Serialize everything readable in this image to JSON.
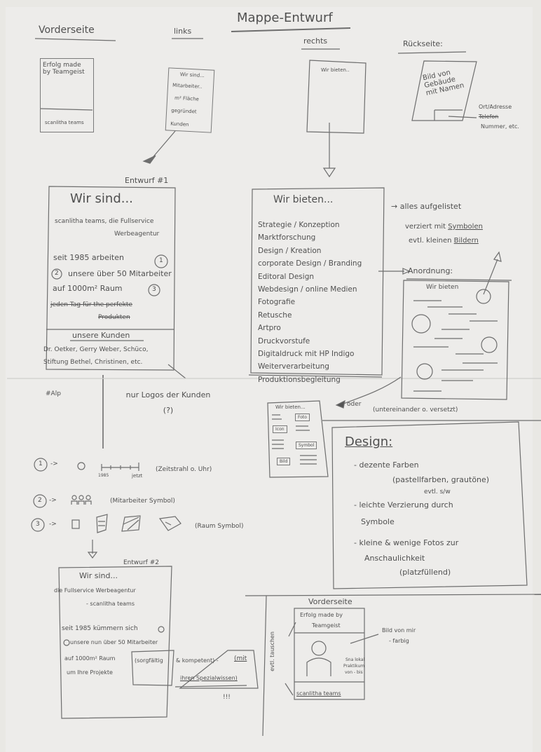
{
  "title": "Mappe-Entwurf",
  "headers": {
    "front": "Vorderseite",
    "left": "links",
    "right": "rechts",
    "back": "Rückseite:"
  },
  "front_thumb": {
    "headline": "Erfolg made by Teamgeist",
    "footer": "scanlitha teams"
  },
  "left_thumb": {
    "lines": [
      "Wir sind...",
      "Mitarbeiter..",
      "m² Fläche",
      "gegründet",
      "Kunden"
    ]
  },
  "right_thumb": {
    "headline": "Wir bieten.."
  },
  "back_thumb": {
    "image_text": "Bild von Gebäude mit Namen",
    "note_1": "Ort/Adresse",
    "note_struck": "Telefon",
    "note_2": "Nummer, etc."
  },
  "draft1": {
    "label": "Entwurf #1",
    "heading": "Wir sind...",
    "intro_1": "scanlitha teams, die Fullservice",
    "intro_2": "Werbeagentur",
    "line_1": "seit 1985 arbeiten",
    "marker_1": "1",
    "marker_2": "2",
    "line_2": "unsere über 50 Mitarbeiter",
    "line_3": "auf 1000m² Raum",
    "marker_3": "3",
    "struck_1": "jeden Tag für the perfekte",
    "struck_2": "Produkten",
    "customers_heading": "unsere Kunden",
    "customers_1": "Dr. Oetker, Gerry Weber, Schüco,",
    "customers_2": "Stiftung Bethel, Christinen, etc.",
    "tag": "#Alp",
    "note": "nur Logos der Kunden (?)"
  },
  "offer": {
    "heading": "Wir bieten...",
    "items": [
      "Strategie / Konzeption",
      "Marktforschung",
      "Design / Kreation",
      "corporate Design / Branding",
      "Editoral Design",
      "Webdesign / online Medien",
      "Fotografie",
      "Retusche",
      "Artpro",
      "Druckvorstufe",
      "Digitaldruck mit HP Indigo",
      "Weiterverarbeitung",
      "Produktionsbegleitung"
    ],
    "note_1": "→ alles aufgelistet",
    "note_2": "verziert mit",
    "note_2b": "Symbolen",
    "note_3": "evtl. kleinen",
    "note_3b": "Bildern",
    "arrangement": "Anordnung:",
    "arrangement_heading": "Wir bieten",
    "or": "oder",
    "variant": "(untereinander o. versetzt)"
  },
  "mini_layout": {
    "heading": "Wir bieten...",
    "labels": [
      "Foto",
      "Icon",
      "Symbol",
      "Bild"
    ]
  },
  "design": {
    "heading": "Design:",
    "b1": "- dezente Farben",
    "b1a": "(pastellfarben, grautöne)",
    "b1b": "evtl. s/w",
    "b2": "- leichte Verzierung durch",
    "b2a": "Symbole",
    "b3": "- kleine & wenige Fotos zur",
    "b3a": "Anschaulichkeit",
    "b3b": "(platzfüllend)"
  },
  "symbols": {
    "r1_marker": "1",
    "r1_start": "1985",
    "r1_end": "jetzt",
    "r1_note": "(Zeitstrahl o. Uhr)",
    "r2_marker": "2",
    "r2_note": "(Mitarbeiter Symbol)",
    "r3_marker": "3",
    "r3_note": "(Raum Symbol)",
    "arrow": "->"
  },
  "draft2": {
    "label": "Entwurf #2",
    "heading": "Wir sind...",
    "l1": "die Fullservice Werbeagentur",
    "l2": "- scanlitha teams",
    "l3": "seit 1985 kümmern sich",
    "l4": "unsere nun über 50 Mitarbeiter",
    "l5": "auf 1000m² Raum",
    "l6": "um Ihre Projekte",
    "callout_1": "(sorgfältig",
    "callout_2": "& kompetent) -",
    "callout_3": "(mit",
    "callout_4": "ihren Spezialwissen)",
    "emphasis": "!!!"
  },
  "front2": {
    "label": "Vorderseite",
    "headline_1": "Erfolg made by",
    "headline_2": "Teamgeist",
    "photo_text_1": "Sna lokal",
    "photo_text_2": "Praktikum",
    "photo_text_3": "von - bis",
    "footer": "scanlitha teams",
    "swap_note": "evtl. tauschen",
    "photo_note_1": "Bild von mir",
    "photo_note_2": "- farbig"
  }
}
